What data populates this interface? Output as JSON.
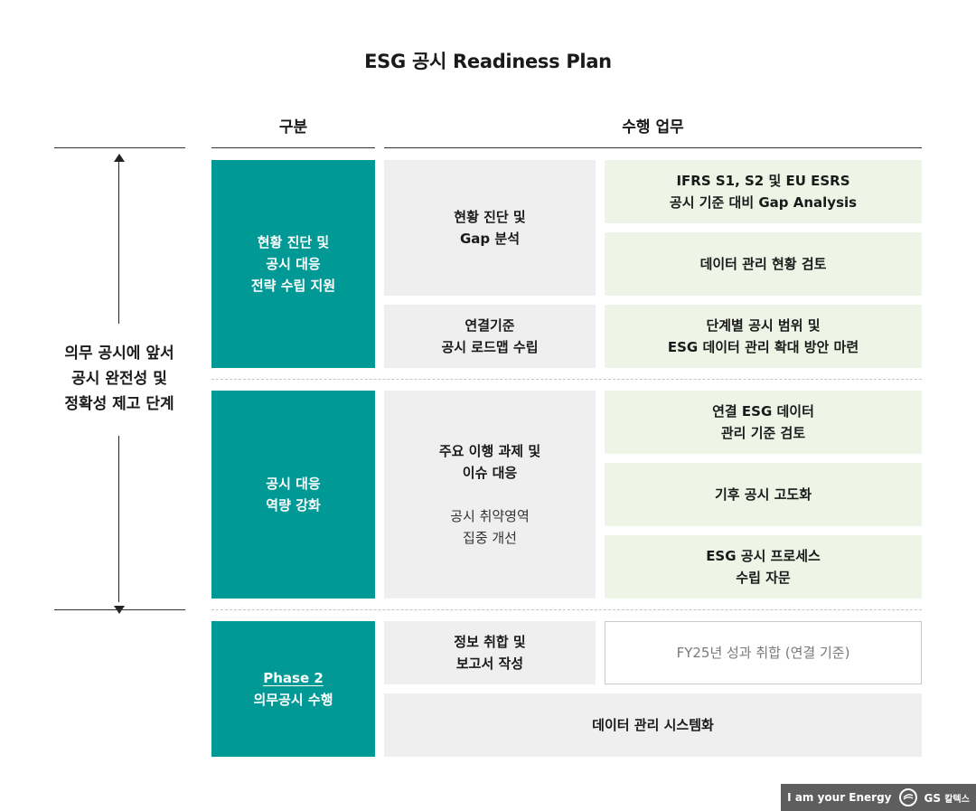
{
  "title": "ESG 공시 Readiness Plan",
  "headers": {
    "category": "구분",
    "tasks": "수행 업무"
  },
  "left_label": [
    "의무 공시에 앞서",
    "공시 완전성 및",
    "정확성 제고 단계"
  ],
  "sections": [
    {
      "category": [
        "현황 진단 및",
        "공시 대응",
        "전략 수립 지원"
      ],
      "groups": [
        {
          "label": [
            "현황 진단 및",
            "Gap 분석"
          ],
          "items": [
            [
              "IFRS S1, S2 및 EU ESRS",
              "공시 기준 대비 Gap Analysis"
            ],
            [
              "데이터 관리 현황 검토"
            ]
          ]
        },
        {
          "label": [
            "연결기준",
            "공시 로드맵 수립"
          ],
          "items": [
            [
              "단계별 공시 범위 및",
              "ESG 데이터 관리 확대 방안 마련"
            ]
          ]
        }
      ]
    },
    {
      "category": [
        "공시 대응",
        "역량 강화"
      ],
      "groups": [
        {
          "label": [
            "주요 이행 과제 및",
            "이슈 대응"
          ],
          "sublabel": [
            "공시 취약영역",
            "집중 개선"
          ],
          "items": [
            [
              "연결 ESG 데이터",
              "관리 기준 검토"
            ],
            [
              "기후 공시 고도화"
            ],
            [
              "ESG 공시 프로세스",
              "수립 자문"
            ]
          ]
        }
      ]
    },
    {
      "category_link": "Phase 2",
      "category": [
        "의무공시 수행"
      ],
      "groups": [
        {
          "label": [
            "정보 취합 및",
            "보고서 작성"
          ],
          "items": [
            [
              "FY25년 성과 취합 (연결 기준)"
            ]
          ]
        }
      ],
      "full_row": "데이터 관리 시스템화"
    }
  ],
  "footer": {
    "text": "I am your Energy",
    "brand": "GS",
    "brand_suffix": "칼텍스"
  },
  "colors": {
    "teal": "#009995",
    "grey": "#efefef",
    "green": "#eef4e6"
  }
}
